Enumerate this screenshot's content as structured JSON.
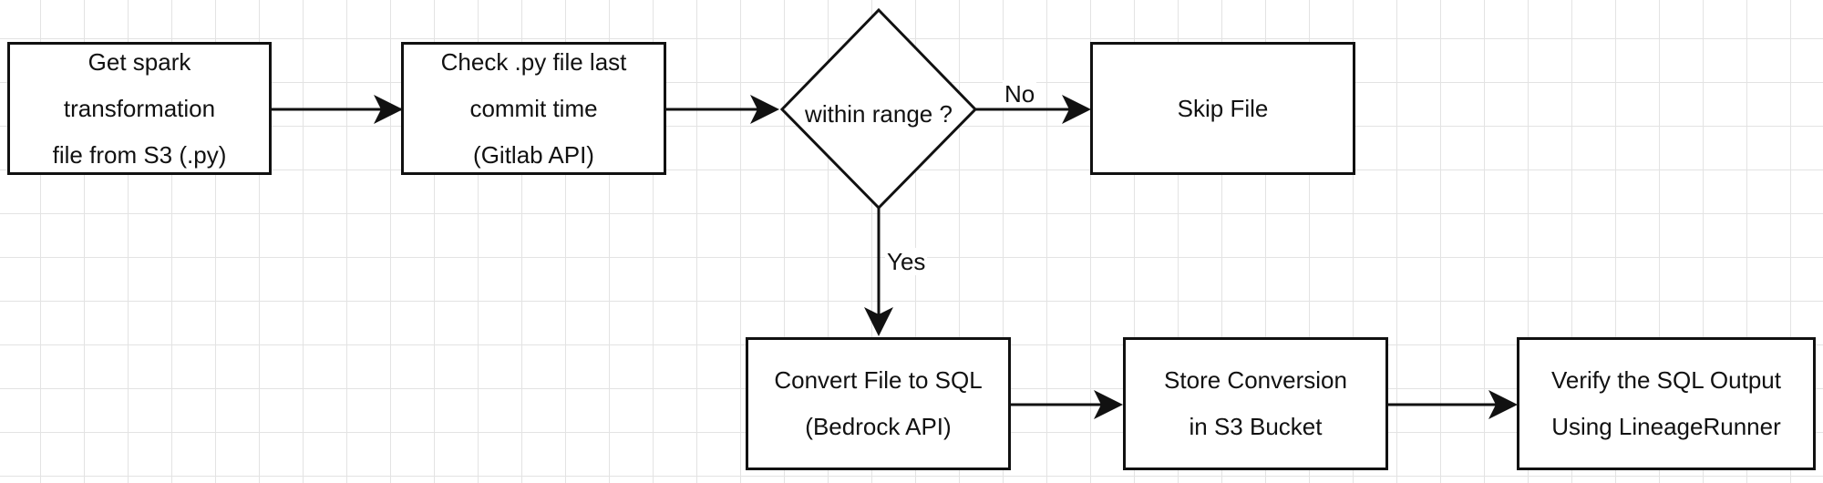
{
  "nodes": {
    "get_spark": {
      "lines": [
        "Get spark",
        "transformation",
        "file from S3 (.py)"
      ]
    },
    "check_commit": {
      "lines": [
        "Check .py file last",
        "commit time",
        "(Gitlab API)"
      ]
    },
    "decision": {
      "label": "within range ?"
    },
    "skip_file": {
      "lines": [
        "Skip File"
      ]
    },
    "convert": {
      "lines": [
        "Convert File to SQL",
        "(Bedrock API)"
      ]
    },
    "store": {
      "lines": [
        "Store Conversion",
        "in S3 Bucket"
      ]
    },
    "verify": {
      "lines": [
        "Verify the SQL Output",
        "Using LineageRunner"
      ]
    }
  },
  "edges": {
    "no_label": "No",
    "yes_label": "Yes"
  },
  "colors": {
    "stroke": "#111111",
    "grid": "#e3e3e3",
    "background": "#ffffff"
  }
}
